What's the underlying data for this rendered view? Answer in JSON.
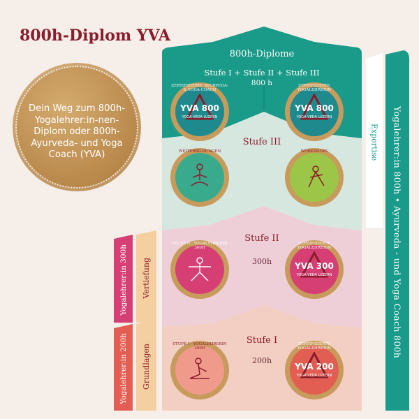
{
  "title": "800h-Diplom YVA",
  "intro": "Dein Weg zum 800h-Yogalehrer:in-nen-Diplom oder 800h-Ayurveda- und Yoga Coach (YVA)",
  "side_bars": {
    "expertise": "Expertise",
    "right_long": "Yogalehrer:in 800h • Ayurveda - und Yoga Coach 800h",
    "yl300": "Yogalehrer:in 300h",
    "vertiefung": "Vertiefung",
    "yl200": "Yogalehrer:in 200h",
    "grundlagen": "Grundlagen"
  },
  "diplome": {
    "title": "800h-Diplome",
    "sub": "Stufe I + Stufe II + Stufe III",
    "hours": "800 h",
    "badge_left_ring": "ZERTIFIZIERTE AYURVEDA- & YOGA-COACH",
    "badge_left_text": "YVA 800",
    "badge_left_sub": "YOGA VEDA LUZERN",
    "badge_right_ring": "ZERTIFIZIERTE YOGALEHRERIN",
    "badge_right_text": "YVA 800",
    "badge_right_sub": "YOGA VEDA LUZERN"
  },
  "stufe3": {
    "title": "Stufe III",
    "left_ring": "WEITERBILDUNGEN",
    "right_ring": "WORKSHOPS"
  },
  "stufe2": {
    "title": "Stufe II",
    "hours": "300h",
    "left_ring": "STUFE II - YOGALEHRERIN 300H",
    "right_ring": "ZERTIFIZIERTE YOGALEHRERIN",
    "right_text": "YVA 300",
    "right_sub": "YOGA VEDA LUZERN"
  },
  "stufe1": {
    "title": "Stufe I",
    "hours": "200h",
    "left_ring": "STUFE I - YOGALEHRERIN 200H",
    "right_ring": "ZERTIFIZIERTE YOGALEHRERIN",
    "right_text": "YVA 200",
    "right_sub": "YOGA VEDA LUZERN"
  },
  "colors": {
    "teal": "#1a9a88",
    "mint": "#d3e7de",
    "pink": "#efcbd3",
    "peach": "#f1c9bd",
    "magenta": "#d63f74",
    "coral": "#e25e52",
    "gold": "#c79b5b",
    "dark_red": "#8a1c2b"
  }
}
